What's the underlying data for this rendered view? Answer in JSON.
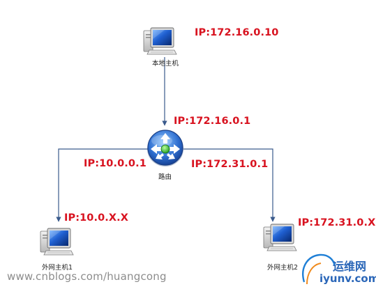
{
  "nodes": {
    "local_host": {
      "name": "本地主机",
      "ip": "IP:172.16.0.10"
    },
    "router": {
      "name": "路由",
      "ip_top": "IP:172.16.0.1",
      "ip_left": "IP:10.0.0.1",
      "ip_right": "IP:172.31.0.1"
    },
    "external_host_1": {
      "name": "外网主机1",
      "ip": "IP:10.0.X.X"
    },
    "external_host_2": {
      "name": "外网主机2",
      "ip": "IP:172.31.0.X"
    }
  },
  "watermarks": {
    "blog": "www.cnblogs.com/huangcong",
    "logo_cn": "运维网",
    "logo_domain": "iyunv.com"
  },
  "colors": {
    "ip_label": "#d8121f",
    "link_line": "#3a5a8c",
    "router_body": "#3d7dd6",
    "logo": "#2a66b8"
  }
}
